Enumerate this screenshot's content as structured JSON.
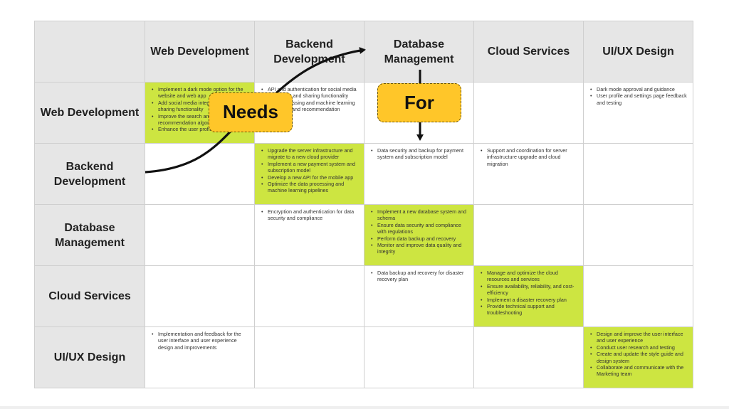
{
  "columns": [
    "Web Development",
    "Backend\nDevelopment",
    "Database\nManagement",
    "Cloud Services",
    "UI/UX Design"
  ],
  "rows": [
    {
      "header": "Web Development",
      "cells": [
        [
          "Implement a dark mode option for the website and web app",
          "Add social media integration and sharing functionality",
          "Improve the search and recommendation algorithm",
          "Enhance the user profile page"
        ],
        [
          "API and authentication for social media integration and sharing functionality",
          "Data processing and machine learning for search and recommendation"
        ],
        [],
        [],
        [
          "Dark mode approval and guidance",
          "User profile and settings page feedback and testing"
        ]
      ]
    },
    {
      "header": "Backend\nDevelopment",
      "cells": [
        [],
        [
          "Upgrade the server infrastructure and migrate to a new cloud provider",
          "Implement a new payment system and subscription model",
          "Develop a new API for the mobile app",
          "Optimize the data processing and machine learning pipelines"
        ],
        [
          "Data security and backup for payment system and subscription model"
        ],
        [
          "Support and coordination for server infrastructure upgrade and cloud migration"
        ],
        []
      ]
    },
    {
      "header": "Database\nManagement",
      "cells": [
        [],
        [
          "Encryption and authentication for data security and compliance"
        ],
        [
          "Implement a new database system and schema",
          "Ensure data security and compliance with regulations",
          "Perform data backup and recovery",
          "Monitor and improve data quality and integrity"
        ],
        [],
        []
      ]
    },
    {
      "header": "Cloud Services",
      "cells": [
        [],
        [],
        [
          "Data backup and recovery for disaster recovery plan"
        ],
        [
          "Manage and optimize the cloud resources and services",
          "Ensure availability, reliability, and cost-efficiency",
          "Implement a disaster recovery plan",
          "Provide technical support and troubleshooting"
        ],
        []
      ]
    },
    {
      "header": "UI/UX Design",
      "cells": [
        [
          "Implementation and feedback for the user interface and user experience design and improvements"
        ],
        [],
        [],
        [],
        [
          "Design and improve the user interface and user experience",
          "Conduct user research and testing",
          "Create and update the style guide and design system",
          "Collaborate and communicate with the Marketing team"
        ]
      ]
    }
  ],
  "labels": {
    "needs": "Needs",
    "for": "For"
  },
  "colors": {
    "header_bg": "#e6e6e6",
    "diagonal_highlight": "#cde541",
    "label_bg": "#ffc629",
    "arrow": "#111111"
  }
}
